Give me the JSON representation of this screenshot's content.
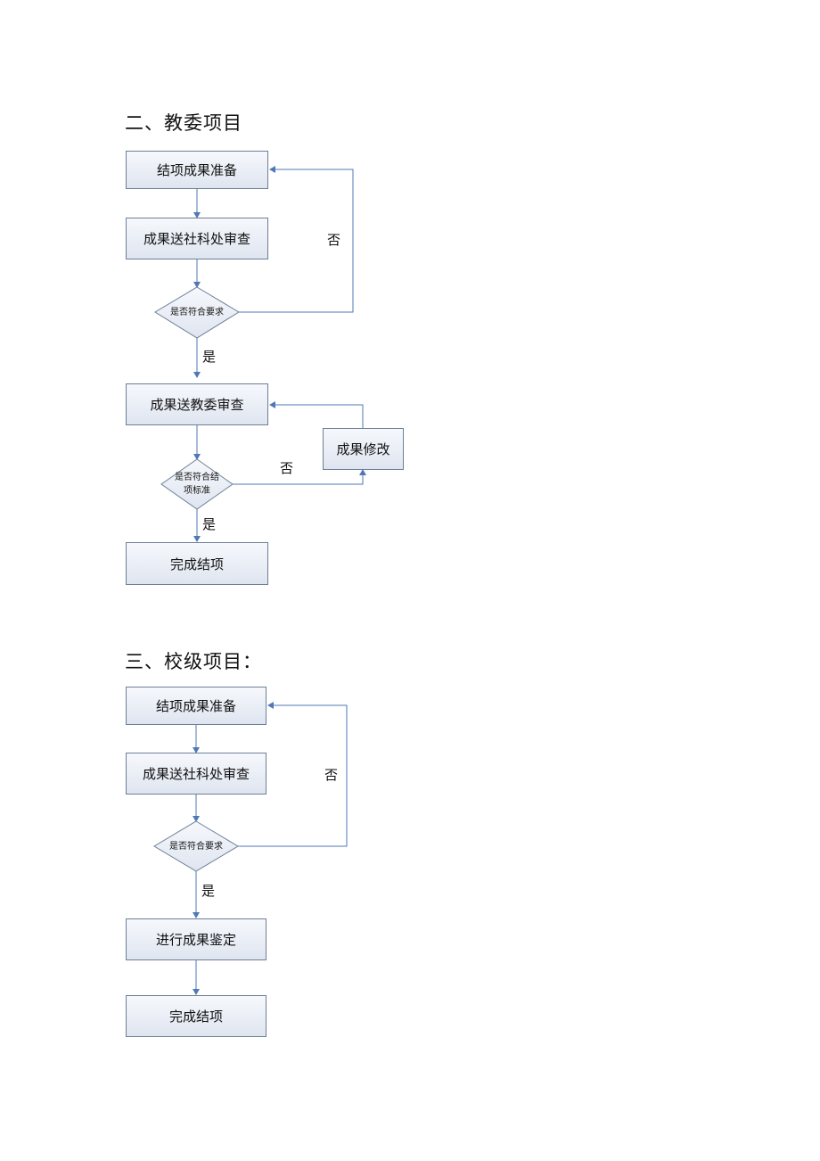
{
  "section2": {
    "title": "二、教委项目",
    "step_prepare": "结项成果准备",
    "step_social_review": "成果送社科处审查",
    "decision_requirements": "是否符合要求",
    "step_commission_review": "成果送教委审查",
    "step_revise": "成果修改",
    "decision_standard_line1": "是否符合结",
    "decision_standard_line2": "项标准",
    "step_complete": "完成结项",
    "label_no_1": "否",
    "label_yes_1": "是",
    "label_no_2": "否",
    "label_yes_2": "是"
  },
  "section3": {
    "title": "三、校级项目：",
    "step_prepare": "结项成果准备",
    "step_social_review": "成果送社科处审查",
    "decision_requirements": "是否符合要求",
    "step_appraisal": "进行成果鉴定",
    "step_complete": "完成结项",
    "label_no": "否",
    "label_yes": "是"
  },
  "colors": {
    "connector": "#4f79b5",
    "box_border": "#6d7f97",
    "box_fill_top": "#f6f8fc",
    "box_fill_bottom": "#dfe5f0"
  }
}
